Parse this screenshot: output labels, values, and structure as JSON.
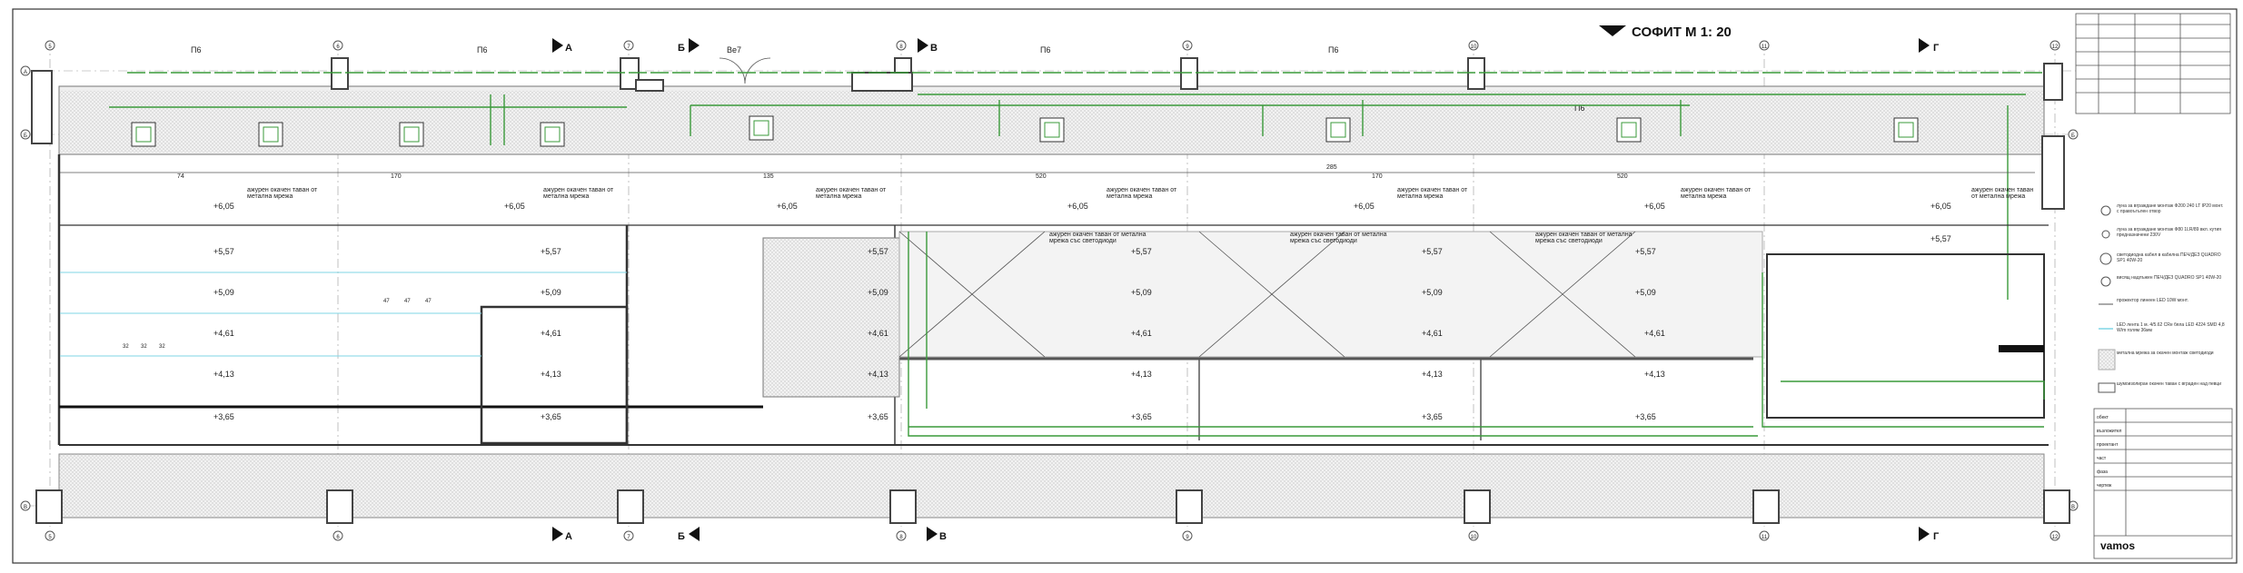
{
  "title": "СОФИТ  М 1: 20",
  "section_markers": [
    "А",
    "Б",
    "В",
    "Г"
  ],
  "room_label": "Ве7",
  "axis_labels_top": [
    "5",
    "6",
    "7",
    "8",
    "9",
    "10",
    "11",
    "12"
  ],
  "axis_rows": [
    "А",
    "Б",
    "В"
  ],
  "column_tags": [
    "П6",
    "П6",
    "П6",
    "П6",
    "П6"
  ],
  "ceiling_texts": {
    "mesh": "ажурен окачен таван от метална мрежа",
    "mesh_led": "ажурен окачен таван от метална мрежа със светодиоди"
  },
  "levels": {
    "l605": "+6,05",
    "l557": "+5,57",
    "l509": "+5,09",
    "l461": "+4,61",
    "l413": "+4,13",
    "l365": "+3,65"
  },
  "dims": {
    "d74": "74",
    "d170": "170",
    "d135": "135",
    "d520": "520",
    "d285": "285",
    "d47": "47",
    "d32": "32"
  },
  "legend": [
    "лунa за вграждане монтаж Ф200 240 LT IP20 монт. с правоъгълен отвор",
    "луна за вграждане монтаж Ф80 1LR/89 вкл. кутия предназначени 230V",
    "светодиодна кабел в кабелна ПЕЧ/ДЕЗ QUADRO SP1 40W-20",
    "висящ надлъжен ПЕЧ/ДЕЗ QUADRO SP1 40W-20",
    "прожектор линеен LED 10W монт.",
    "LED лента 1 м. 4/5.62 CRe бяла LED 4224 SMD 4,8 W/m голям 36мм",
    "метална мрежа за окачен монтаж светодиоди",
    "шумоизолиран окачен таван с вграден над певци"
  ],
  "company": "vamos",
  "title_block_rows": [
    "обект",
    "възложител",
    "проектант",
    "част",
    "фаза",
    "чертеж"
  ]
}
